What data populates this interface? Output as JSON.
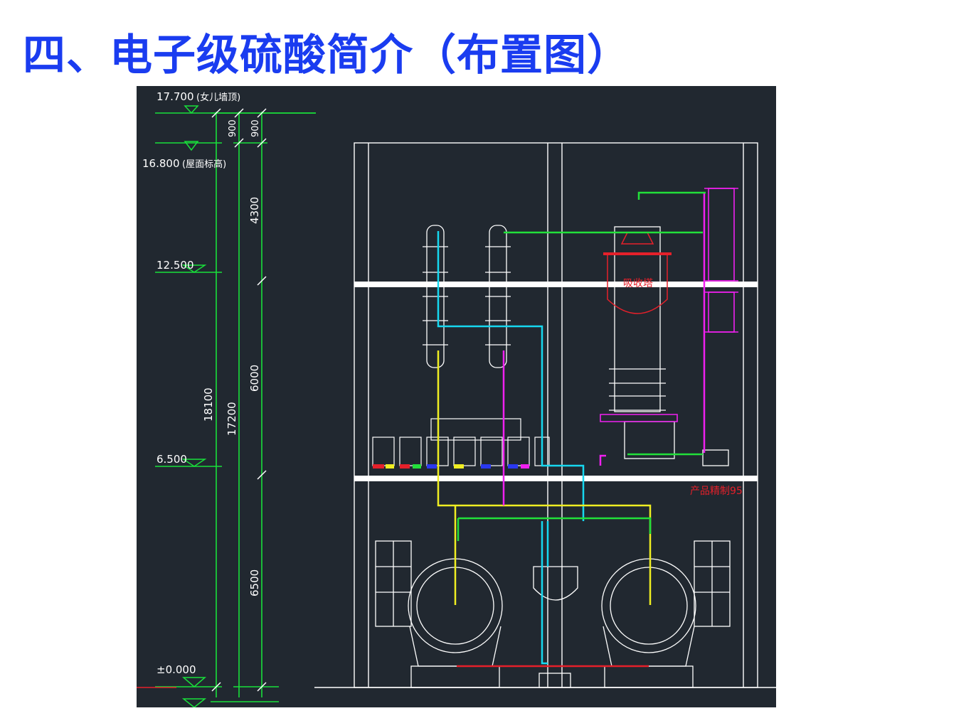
{
  "slide": {
    "title": "四、电子级硫酸简介（布置图）"
  },
  "drawing": {
    "elevations": [
      {
        "value": "17.700",
        "note": "(女儿墙顶)"
      },
      {
        "value": "16.800",
        "note": "(屋面标高)"
      },
      {
        "value": "12.500",
        "note": ""
      },
      {
        "value": "6.500",
        "note": ""
      },
      {
        "value": "±0.000",
        "note": ""
      }
    ],
    "total_dims": [
      "18100",
      "17200"
    ],
    "segment_dims": [
      "900",
      "900",
      "4300",
      "6000",
      "6500"
    ],
    "equipment_labels": {
      "reactor": "吸收塔",
      "product_note": "产品精制95"
    },
    "colors": {
      "background": "#212830",
      "structure": "#ffffff",
      "dimension": "#19e03a",
      "pipe_cyan": "#16d8f0",
      "pipe_yellow": "#f0ee22",
      "pipe_magenta": "#f020f0",
      "pipe_green": "#22e03a",
      "pipe_red": "#e5202a",
      "title_blue": "#1a3cf0"
    }
  }
}
